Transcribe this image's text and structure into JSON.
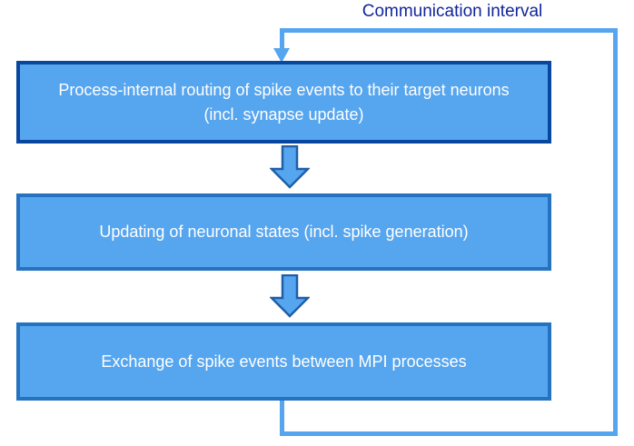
{
  "diagram": {
    "title": "Communication interval",
    "title_color": "#12259B",
    "box_fill": "#56A5EF",
    "box_border_highlight": "#09479F",
    "box_border_normal": "#2472C0",
    "loop_color": "#56A5EF",
    "text_color": "#FFFFFF",
    "steps": [
      {
        "id": "routing",
        "label": "Process-internal routing of spike events to their target neurons (incl. synapse update)"
      },
      {
        "id": "update",
        "label": "Updating of neuronal states (incl. spike generation)"
      },
      {
        "id": "exchange",
        "label": "Exchange of spike events between MPI processes"
      }
    ],
    "connectors": [
      {
        "id": "arrow-routing-to-update",
        "icon": "down-block-arrow"
      },
      {
        "id": "arrow-update-to-exchange",
        "icon": "down-block-arrow"
      },
      {
        "id": "feedback-loop",
        "icon": "loop-arrow-up-around"
      }
    ]
  }
}
